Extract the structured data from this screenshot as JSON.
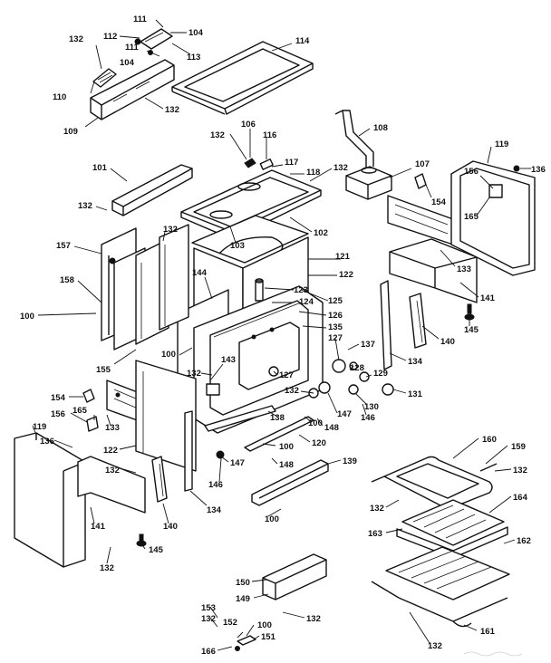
{
  "callouts": [
    {
      "id": "l111a",
      "text": "111"
    },
    {
      "id": "l104a",
      "text": "104"
    },
    {
      "id": "l112",
      "text": "112"
    },
    {
      "id": "l132a",
      "text": "132"
    },
    {
      "id": "l111b",
      "text": "111"
    },
    {
      "id": "l113",
      "text": "113"
    },
    {
      "id": "l104b",
      "text": "104"
    },
    {
      "id": "l114",
      "text": "114"
    },
    {
      "id": "l110",
      "text": "110"
    },
    {
      "id": "l132b",
      "text": "132"
    },
    {
      "id": "l109",
      "text": "109"
    },
    {
      "id": "l106",
      "text": "106"
    },
    {
      "id": "l132c",
      "text": "132"
    },
    {
      "id": "l116",
      "text": "116"
    },
    {
      "id": "l108",
      "text": "108"
    },
    {
      "id": "l117",
      "text": "117"
    },
    {
      "id": "l118",
      "text": "118"
    },
    {
      "id": "l132d",
      "text": "132"
    },
    {
      "id": "l107",
      "text": "107"
    },
    {
      "id": "l119a",
      "text": "119"
    },
    {
      "id": "l136a",
      "text": "136"
    },
    {
      "id": "l156a",
      "text": "156"
    },
    {
      "id": "l101",
      "text": "101"
    },
    {
      "id": "l154a",
      "text": "154"
    },
    {
      "id": "l165a",
      "text": "165"
    },
    {
      "id": "l132e",
      "text": "132"
    },
    {
      "id": "l103",
      "text": "103"
    },
    {
      "id": "l102",
      "text": "102"
    },
    {
      "id": "l132f",
      "text": "132"
    },
    {
      "id": "l157",
      "text": "157"
    },
    {
      "id": "l121",
      "text": "121"
    },
    {
      "id": "l133a",
      "text": "133"
    },
    {
      "id": "l122a",
      "text": "122"
    },
    {
      "id": "l158",
      "text": "158"
    },
    {
      "id": "l123",
      "text": "123"
    },
    {
      "id": "l141a",
      "text": "141"
    },
    {
      "id": "l144",
      "text": "144"
    },
    {
      "id": "l124",
      "text": "124"
    },
    {
      "id": "l125",
      "text": "125"
    },
    {
      "id": "l100a",
      "text": "100"
    },
    {
      "id": "l126",
      "text": "126"
    },
    {
      "id": "l145a",
      "text": "145"
    },
    {
      "id": "l135",
      "text": "135"
    },
    {
      "id": "l140a",
      "text": "140"
    },
    {
      "id": "l127a",
      "text": "127"
    },
    {
      "id": "l137",
      "text": "137"
    },
    {
      "id": "l100b",
      "text": "100"
    },
    {
      "id": "l143",
      "text": "143"
    },
    {
      "id": "l155",
      "text": "155"
    },
    {
      "id": "l134a",
      "text": "134"
    },
    {
      "id": "l128",
      "text": "128"
    },
    {
      "id": "l132g",
      "text": "132"
    },
    {
      "id": "l127b",
      "text": "127"
    },
    {
      "id": "l129",
      "text": "129"
    },
    {
      "id": "l132h",
      "text": "132"
    },
    {
      "id": "l130",
      "text": "130"
    },
    {
      "id": "l131",
      "text": "131"
    },
    {
      "id": "l154b",
      "text": "154"
    },
    {
      "id": "l146a",
      "text": "146"
    },
    {
      "id": "l147a",
      "text": "147"
    },
    {
      "id": "l156b",
      "text": "156"
    },
    {
      "id": "l165b",
      "text": "165"
    },
    {
      "id": "l138",
      "text": "138"
    },
    {
      "id": "l100c",
      "text": "100"
    },
    {
      "id": "l148a",
      "text": "148"
    },
    {
      "id": "l133b",
      "text": "133"
    },
    {
      "id": "l119b",
      "text": "119"
    },
    {
      "id": "l136b",
      "text": "136"
    },
    {
      "id": "l120",
      "text": "120"
    },
    {
      "id": "l100d",
      "text": "100"
    },
    {
      "id": "l122b",
      "text": "122"
    },
    {
      "id": "l147b",
      "text": "147"
    },
    {
      "id": "l148b",
      "text": "148"
    },
    {
      "id": "l139",
      "text": "139"
    },
    {
      "id": "l160",
      "text": "160"
    },
    {
      "id": "l159",
      "text": "159"
    },
    {
      "id": "l132i",
      "text": "132"
    },
    {
      "id": "l146b",
      "text": "146"
    },
    {
      "id": "l134b",
      "text": "134"
    },
    {
      "id": "l132j",
      "text": "132"
    },
    {
      "id": "l100e",
      "text": "100"
    },
    {
      "id": "l141b",
      "text": "141"
    },
    {
      "id": "l140b",
      "text": "140"
    },
    {
      "id": "l132k",
      "text": "132"
    },
    {
      "id": "l164",
      "text": "164"
    },
    {
      "id": "l163",
      "text": "163"
    },
    {
      "id": "l162",
      "text": "162"
    },
    {
      "id": "l145b",
      "text": "145"
    },
    {
      "id": "l132l",
      "text": "132"
    },
    {
      "id": "l150",
      "text": "150"
    },
    {
      "id": "l149",
      "text": "149"
    },
    {
      "id": "l153",
      "text": "153"
    },
    {
      "id": "l132m",
      "text": "132"
    },
    {
      "id": "l100f",
      "text": "100"
    },
    {
      "id": "l152",
      "text": "152"
    },
    {
      "id": "l132n",
      "text": "132"
    },
    {
      "id": "l161",
      "text": "161"
    },
    {
      "id": "l151",
      "text": "151"
    },
    {
      "id": "l166",
      "text": "166"
    },
    {
      "id": "l132o",
      "text": "132"
    }
  ]
}
